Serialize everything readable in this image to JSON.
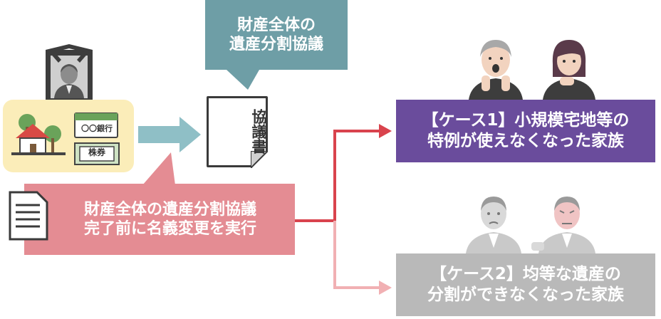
{
  "callout_top": {
    "text": "財産全体の\n遺産分割協議"
  },
  "document": {
    "text": "協議書"
  },
  "assets": {
    "bank_label": "〇〇銀行",
    "stock_label": "株券"
  },
  "pink_box": {
    "text": "財産全体の遺産分割協議\n完了前に名義変更を実行"
  },
  "case1": {
    "text": "【ケース1】小規模宅地等の\n特例が使えなくなった家族"
  },
  "case2": {
    "text": "【ケース2】均等な遺産の\n分割ができなくなった家族"
  },
  "colors": {
    "teal": "#6e9ea6",
    "arrow_teal": "#8fbfc6",
    "pink": "#e48c93",
    "red_arrow": "#d9434d",
    "light_red_arrow": "#f1b0b3",
    "purple": "#6a4c9c",
    "gray": "#b9b9b9",
    "asset_bg": "#fbedb9"
  }
}
